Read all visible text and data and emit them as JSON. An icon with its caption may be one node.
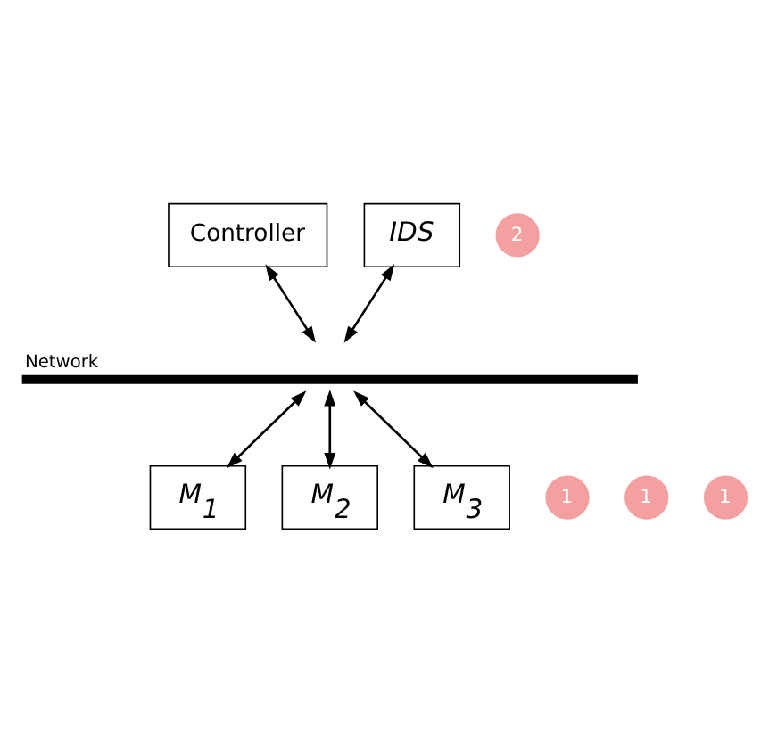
{
  "diagram": {
    "nodes": [
      {
        "text": [
          "Controller"
        ]
      },
      {
        "text": [
          "2"
        ]
      },
      {
        "text": [
          "IDS"
        ]
      },
      {
        "text": [
          "Network"
        ]
      },
      {
        "text": [
          "1"
        ]
      },
      {
        "text": [
          "M$_{1}$"
        ]
      },
      {
        "text": [
          "1"
        ]
      },
      {
        "text": [
          "M$_{2}$"
        ]
      },
      {
        "text": [
          "1"
        ]
      },
      {
        "text": [
          "M$_{3}$"
        ]
      }
    ],
    "edges": [
      {
        "from": 0,
        "to": 3,
        "arrow": "both"
      },
      {
        "from": 2,
        "to": 3,
        "arrow": "both"
      },
      {
        "from": 3,
        "to": 5,
        "arrow": "both"
      },
      {
        "from": 3,
        "to": 7,
        "arrow": "both"
      },
      {
        "from": 3,
        "to": 9,
        "arrow": "both"
      }
    ]
  }
}
